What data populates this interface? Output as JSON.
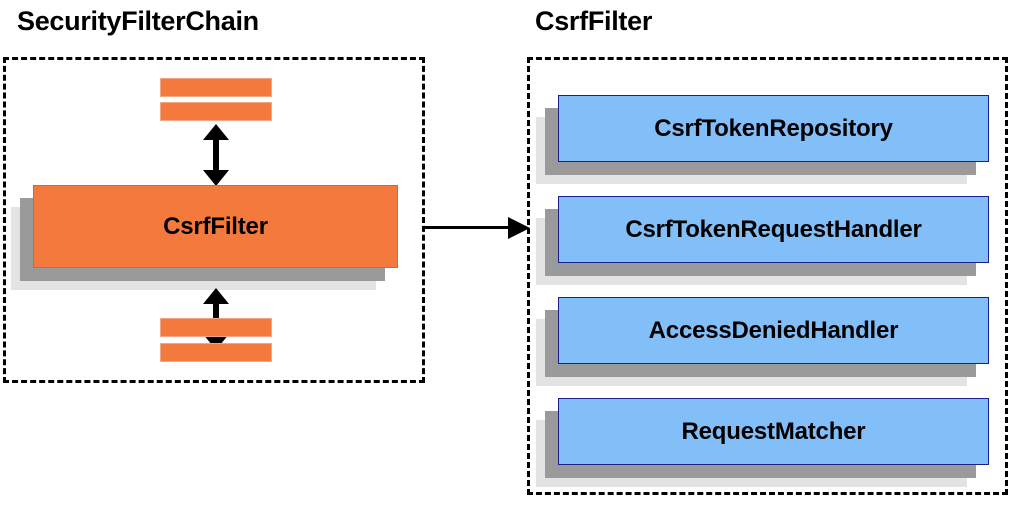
{
  "diagram": {
    "type": "component-collaboration-diagram",
    "background_color": "#ffffff",
    "palette": {
      "orange_fill": "#f4793c",
      "orange_border": "#e2602a",
      "blue_fill": "#82bef7",
      "blue_border": "#1b1f8c",
      "shadow_near": "#9a9a9a",
      "shadow_far": "#e3e3e3",
      "line_color": "#000000"
    }
  },
  "panels": {
    "left": {
      "title": "SecurityFilterChain",
      "highlighted_node": "CsrfFilter",
      "chain_stubs_top": [
        "",
        ""
      ],
      "chain_stubs_bottom": [
        "",
        ""
      ]
    },
    "right": {
      "title": "CsrfFilter",
      "collaborators": [
        {
          "label": "CsrfTokenRepository"
        },
        {
          "label": "CsrfTokenRequestHandler"
        },
        {
          "label": "AccessDeniedHandler"
        },
        {
          "label": "RequestMatcher"
        }
      ]
    }
  },
  "arrows": {
    "chain_up": {
      "name": "bidirectional-arrow-up",
      "direction": "both"
    },
    "chain_down": {
      "name": "bidirectional-arrow-down",
      "direction": "both"
    },
    "expand": {
      "name": "expand-arrow",
      "direction": "right",
      "from": "SecurityFilterChain",
      "to": "CsrfFilter"
    }
  }
}
